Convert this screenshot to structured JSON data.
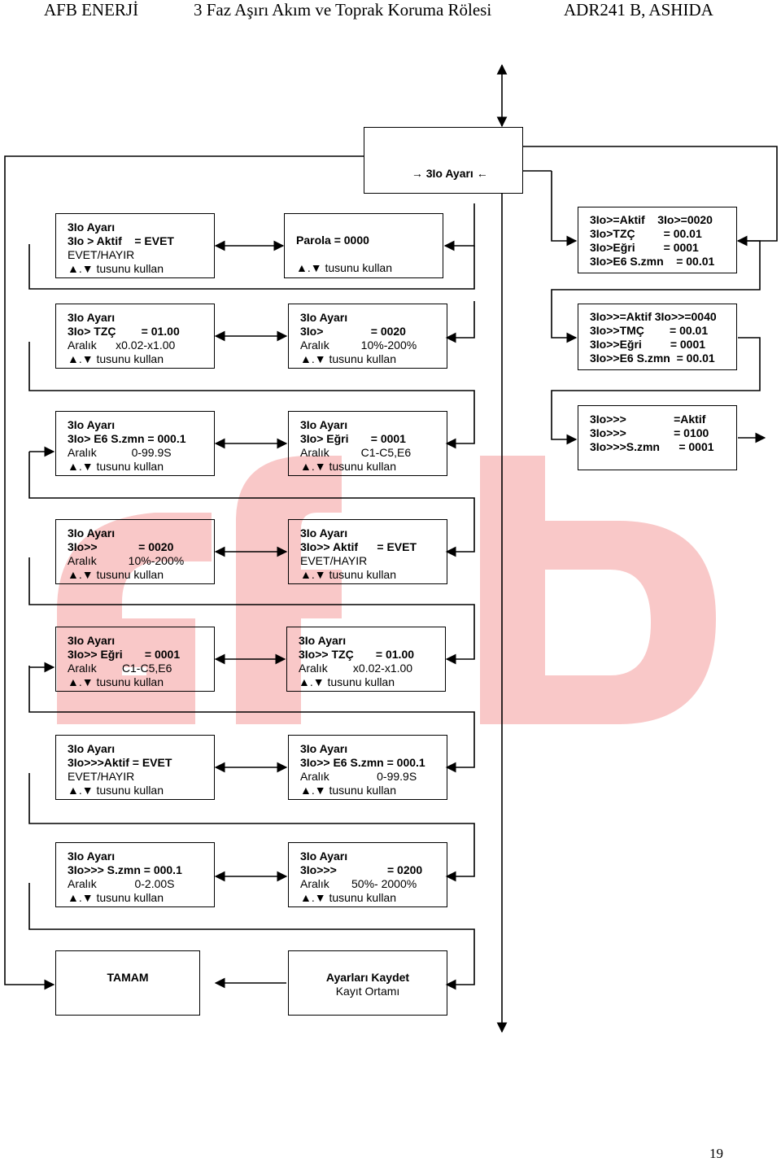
{
  "header": {
    "left": "AFB ENERJİ",
    "center": "3 Faz Aşırı Akım ve Toprak Koruma Rölesi",
    "right": "ADR241 B, ASHIDA"
  },
  "watermark": {
    "text": "afb",
    "color": "#f9c8c8"
  },
  "boxes": {
    "root": {
      "l0": "3Io Ayarı"
    },
    "b1": {
      "l0": "3Io Ayarı",
      "l1": "3Io > Aktif    = EVET",
      "l2": "EVET/HAYIR",
      "l3": "▲.▼ tusunu kullan"
    },
    "b2": {
      "l0": "Parola = 0000",
      "l1": "▲.▼ tusunu kullan"
    },
    "b3": {
      "l0": "3Io>=Aktif    3Io>=0020",
      "l1": "3Io>TZÇ         = 00.01",
      "l2": "3Io>Eğri         = 0001",
      "l3": "3Io>E6 S.zmn    = 00.01"
    },
    "b4": {
      "l0": "3Io Ayarı",
      "l1": "3Io> TZÇ        = 01.00",
      "l2": "Aralık      x0.02-x1.00",
      "l3": "▲.▼ tusunu kullan"
    },
    "b5": {
      "l0": "3Io Ayarı",
      "l1": "3Io>               = 0020",
      "l2": "Aralık          10%-200%",
      "l3": "▲.▼ tusunu kullan"
    },
    "b6": {
      "l0": "3Io>>=Aktif 3Io>>=0040",
      "l1": "3Io>>TMÇ        = 00.01",
      "l2": "3Io>>Eğri         = 0001",
      "l3": "3Io>>E6 S.zmn  = 00.01"
    },
    "b7": {
      "l0": "3Io Ayarı",
      "l1": "3Io> E6 S.zmn = 000.1",
      "l2": "Aralık           0-99.9S",
      "l3": "▲.▼ tusunu kullan"
    },
    "b8": {
      "l0": "3Io Ayarı",
      "l1": "3Io> Eğri       = 0001",
      "l2": "Aralık          C1-C5,E6",
      "l3": "▲.▼ tusunu kullan"
    },
    "b9": {
      "l0": "3Io>>>               =Aktif",
      "l1": "3Io>>>               = 0100",
      "l2": "3Io>>>S.zmn      = 0001"
    },
    "b10": {
      "l0": "3Io Ayarı",
      "l1": "3Io>>             = 0020",
      "l2": "Aralık          10%-200%",
      "l3": "▲.▼ tusunu kullan"
    },
    "b11": {
      "l0": "3Io Ayarı",
      "l1": "3Io>> Aktif      = EVET",
      "l2": "EVET/HAYIR",
      "l3": "▲.▼ tusunu kullan"
    },
    "b12": {
      "l0": "3Io Ayarı",
      "l1": "3Io>> Eğri       = 0001",
      "l2": "Aralık        C1-C5,E6",
      "l3": "▲.▼ tusunu kullan"
    },
    "b13": {
      "l0": "3Io Ayarı",
      "l1": "3Io>> TZÇ       = 01.00",
      "l2": "Aralık        x0.02-x1.00",
      "l3": "▲.▼ tusunu kullan"
    },
    "b14": {
      "l0": "3Io Ayarı",
      "l1": "3Io>>>Aktif = EVET",
      "l2": "EVET/HAYIR",
      "l3": "▲.▼ tusunu kullan"
    },
    "b15": {
      "l0": "3Io Ayarı",
      "l1": "3Io>> E6 S.zmn = 000.1",
      "l2": "Aralık               0-99.9S",
      "l3": "▲.▼ tusunu kullan"
    },
    "b16": {
      "l0": "3Io Ayarı",
      "l1": "3Io>>> S.zmn = 000.1",
      "l2": "Aralık            0-2.00S",
      "l3": "▲.▼ tusunu kullan"
    },
    "b17": {
      "l0": "3Io Ayarı",
      "l1": "3Io>>>                = 0200",
      "l2": "Aralık       50%- 2000%",
      "l3": "▲.▼ tusunu kullan"
    },
    "b18": {
      "l0": "TAMAM"
    },
    "b19": {
      "l0": "Ayarları Kaydet",
      "l1": "Kayıt Ortamı"
    }
  },
  "page_number": "19"
}
